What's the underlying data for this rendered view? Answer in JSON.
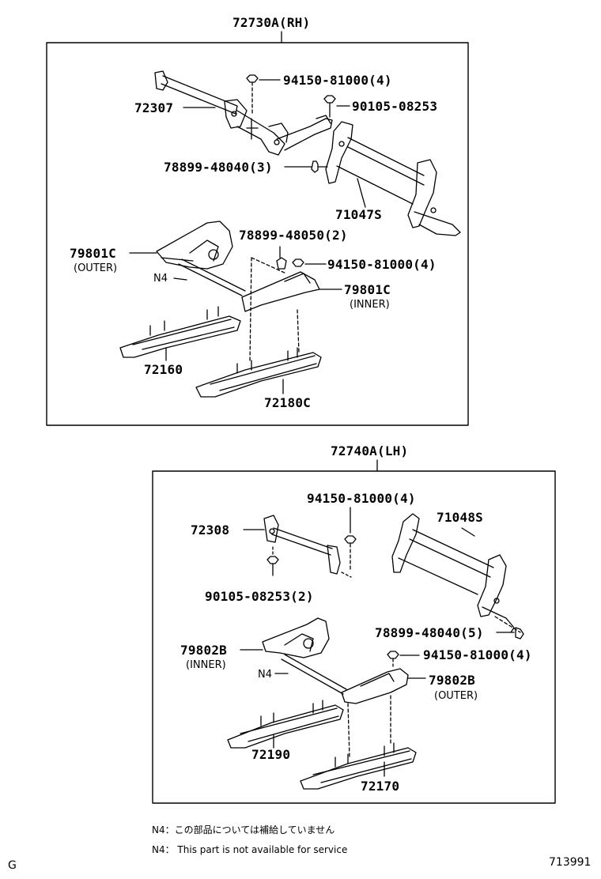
{
  "diagram_id": "713991",
  "corner_letter": "G",
  "assemblies": [
    {
      "title": "72730A(RH)",
      "parts": {
        "p72307": "72307",
        "nut_top": "94150-81000(4)",
        "bolt": "90105-08253",
        "screw": "78899-48040(3)",
        "frame": "71047S",
        "screw2": "78899-48050(2)",
        "outer_cover": "79801C",
        "outer_cover_note": "(OUTER)",
        "n4": "N4",
        "nut_mid": "94150-81000(4)",
        "inner_cover": "79801C",
        "inner_cover_note": "(INNER)",
        "rail_a": "72160",
        "rail_b": "72180C"
      }
    },
    {
      "title": "72740A(LH)",
      "parts": {
        "nut_top": "94150-81000(4)",
        "p72308": "72308",
        "frame": "71048S",
        "bolt": "90105-08253(2)",
        "screw": "78899-48040(5)",
        "nut_mid": "94150-81000(4)",
        "inner_cover": "79802B",
        "inner_cover_note": "(INNER)",
        "n4": "N4",
        "outer_cover": "79802B",
        "outer_cover_note": "(OUTER)",
        "rail_a": "72190",
        "rail_b": "72170"
      }
    }
  ],
  "notes": [
    "N4：この部品については補給していません",
    "N4： This part is not available for service"
  ]
}
